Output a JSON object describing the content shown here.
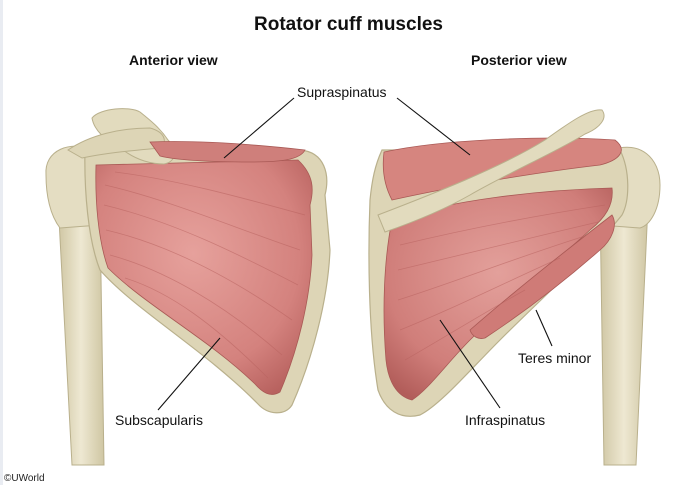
{
  "title": "Rotator cuff muscles",
  "views": {
    "anterior": "Anterior view",
    "posterior": "Posterior view"
  },
  "labels": {
    "supraspinatus": "Supraspinatus",
    "subscapularis": "Subscapularis",
    "infraspinatus": "Infraspinatus",
    "teres_minor": "Teres minor"
  },
  "credit": "©UWorld",
  "colors": {
    "bone": "#e3dcc0",
    "bone_shade": "#c9c09c",
    "muscle": "#d98a86",
    "muscle_dark": "#b8625f",
    "leader_line": "#111111"
  }
}
